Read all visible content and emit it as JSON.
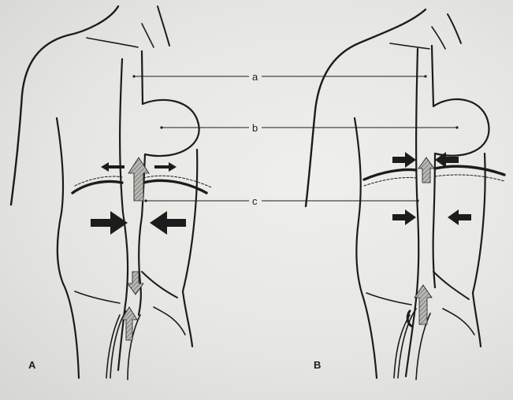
{
  "labels": {
    "a": "a",
    "b": "b",
    "c": "c"
  },
  "panels": {
    "left": "A",
    "right": "B"
  },
  "colors": {
    "ink": "#1c1c1c",
    "hatch": "#8a8a86",
    "paper": "#ebebe7"
  }
}
